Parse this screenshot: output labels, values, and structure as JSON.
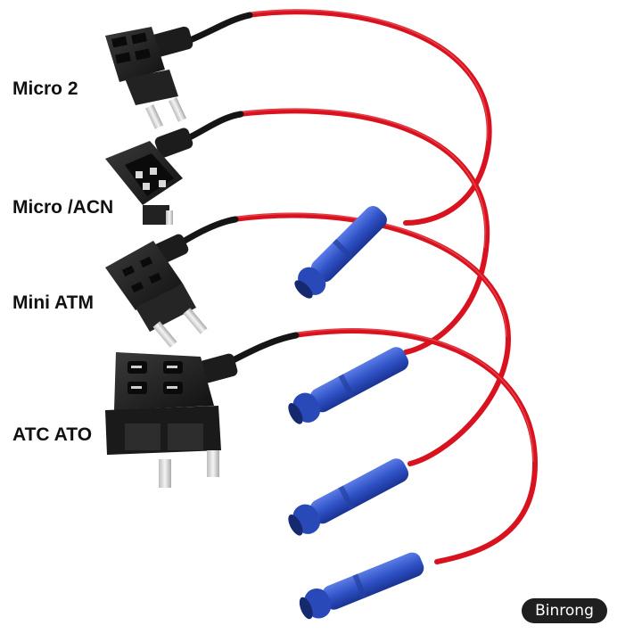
{
  "labels": {
    "micro2": "Micro 2",
    "micro_acn": "Micro /ACN",
    "mini_atm": "Mini ATM",
    "atc_ato": "ATC  ATO"
  },
  "watermark": "Binrong",
  "colors": {
    "wire": "#d8121e",
    "connector": "#2f52c6",
    "holder": "#1c1c1c",
    "blade": "#d9d9d9",
    "background": "#ffffff"
  }
}
